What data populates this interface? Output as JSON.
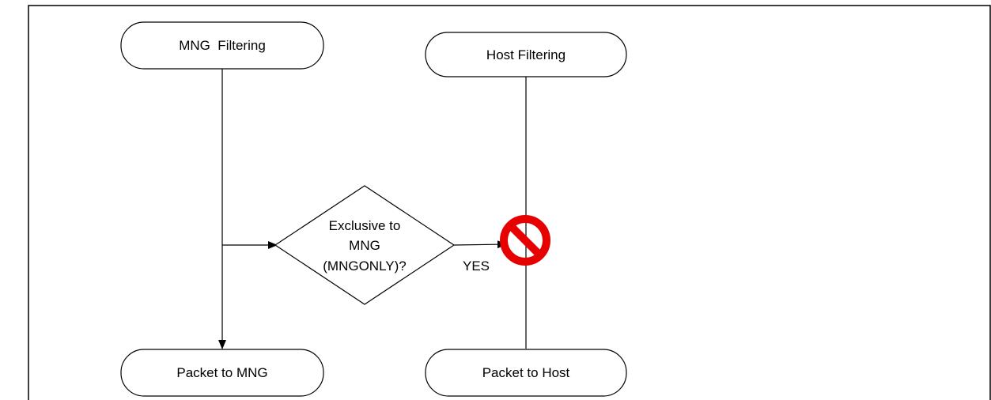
{
  "nodes": {
    "mng_filtering": {
      "label": "MNG  Filtering"
    },
    "host_filtering": {
      "label": "Host Filtering"
    },
    "decision": {
      "lines": [
        "Exclusive to",
        "MNG",
        "(MNGONLY)?"
      ]
    },
    "packet_to_mng": {
      "label": "Packet to MNG"
    },
    "packet_to_host": {
      "label": "Packet to Host"
    }
  },
  "edges": {
    "yes_label": "YES"
  },
  "colors": {
    "stroke": "#000000",
    "prohibited": "#e60000"
  },
  "icons": {
    "blocked": "prohibited-icon"
  }
}
